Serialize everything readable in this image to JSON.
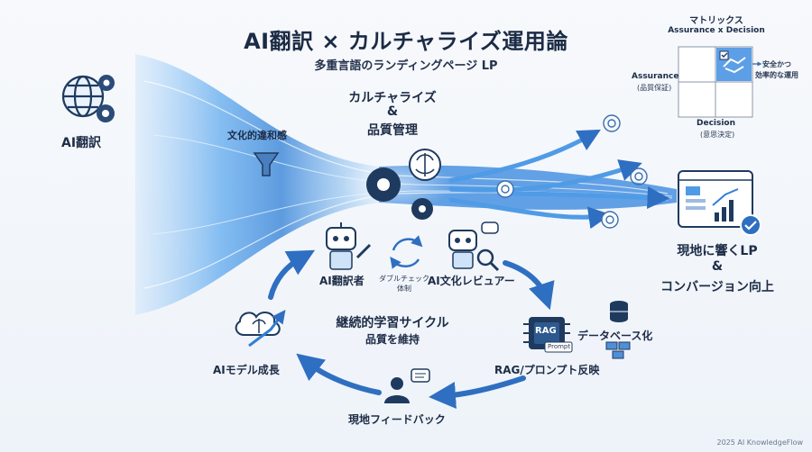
{
  "header": {
    "title": "AI翻訳 × カルチャライズ運用論",
    "subtitle": "多重言語のランディングページ LP"
  },
  "left": {
    "label": "AI翻訳",
    "filter_label": "文化的違和感"
  },
  "center": {
    "line1": "カルチャライズ",
    "amp": "&",
    "line2": "品質管理"
  },
  "right": {
    "result_line1": "現地に響くLP",
    "result_amp": "&",
    "result_line2": "コンバージョン向上"
  },
  "matrix": {
    "title_line1": "マトリックス",
    "title_line2": "Assurance x Decision",
    "y_label": "Assurance",
    "y_sub": "(品質保証)",
    "x_label": "Decision",
    "x_sub": "(意思決定)",
    "quadrant_line1": "安全かつ",
    "quadrant_line2": "効率的な運用"
  },
  "cycle": {
    "center_line1": "継続的学習サイクル",
    "center_line2": "品質を維持",
    "translator": "AI翻訳者",
    "double_check_line1": "ダブルチェック",
    "double_check_line2": "体制",
    "reviewer": "AI文化レビュアー",
    "rag_chip": "RAG",
    "prompt_chip": "Prompt",
    "database": "データベース化",
    "rag_reflect": "RAG/プロンプト反映",
    "feedback": "現地フィードバック",
    "growth": "AIモデル成長"
  },
  "footer": {
    "credit": "2025 AI KnowledgeFlow"
  },
  "colors": {
    "accent": "#2f7fd6",
    "navy": "#1f3a5f",
    "light": "#9fd0ff"
  }
}
